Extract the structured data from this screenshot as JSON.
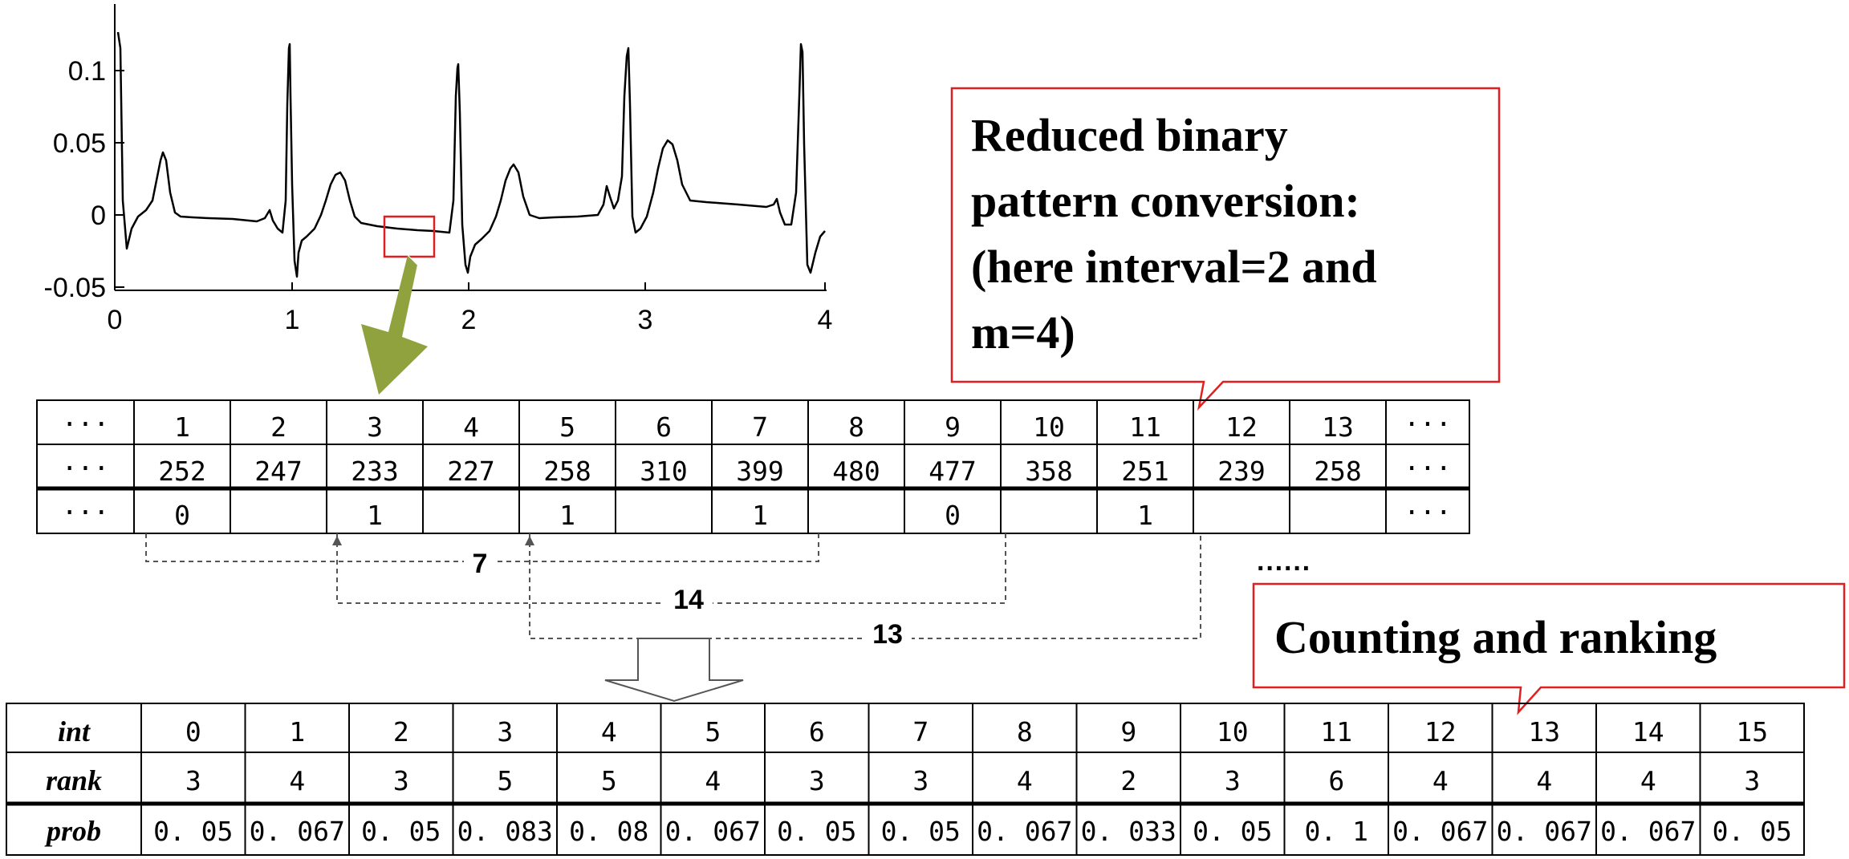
{
  "signal_plot": {
    "y_ticks": [
      "0.1",
      "0.05",
      "0",
      "-0.05"
    ],
    "x_ticks": [
      "0",
      "1",
      "2",
      "3",
      "4"
    ],
    "highlight_color": "#e02020"
  },
  "callouts": {
    "conversion": [
      "Reduced binary",
      "pattern conversion:",
      "(here interval=2 and",
      "m=4)"
    ],
    "counting": "Counting and ranking",
    "border_color": "#e02020"
  },
  "sequence_table": {
    "ellipsis": "···",
    "index": [
      "1",
      "2",
      "3",
      "4",
      "5",
      "6",
      "7",
      "8",
      "9",
      "10",
      "11",
      "12",
      "13"
    ],
    "values": [
      "252",
      "247",
      "233",
      "227",
      "258",
      "310",
      "399",
      "480",
      "477",
      "358",
      "251",
      "239",
      "258"
    ],
    "binary": [
      "0",
      "",
      "1",
      "",
      "1",
      "",
      "1",
      "",
      "0",
      "",
      "1",
      "",
      ""
    ]
  },
  "distances": [
    "7",
    "14",
    "13"
  ],
  "more_dots": "······",
  "result_table": {
    "row_labels": [
      "int",
      "rank",
      "prob"
    ],
    "int": [
      "0",
      "1",
      "2",
      "3",
      "4",
      "5",
      "6",
      "7",
      "8",
      "9",
      "10",
      "11",
      "12",
      "13",
      "14",
      "15"
    ],
    "rank": [
      "3",
      "4",
      "3",
      "5",
      "5",
      "4",
      "3",
      "3",
      "4",
      "2",
      "3",
      "6",
      "4",
      "4",
      "4",
      "3"
    ],
    "prob": [
      "0. 05",
      "0. 067",
      "0. 05",
      "0. 083",
      "0. 08",
      "0. 067",
      "0. 05",
      "0. 05",
      "0. 067",
      "0. 033",
      "0. 05",
      "0. 1",
      "0. 067",
      "0. 067",
      "0. 067",
      "0. 05"
    ]
  },
  "arrow_color": "#8fa23e"
}
